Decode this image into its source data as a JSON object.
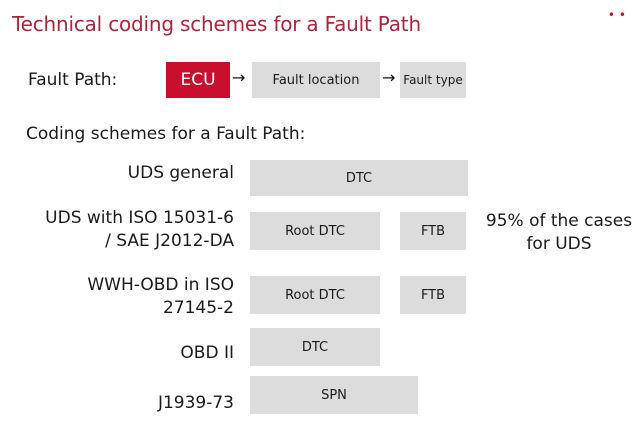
{
  "title": "Technical coding schemes for a Fault Path",
  "fault_path": {
    "label": "Fault Path:",
    "ecu": "ECU",
    "arrow1": "→",
    "location": "Fault location",
    "arrow2": "→",
    "type": "Fault type"
  },
  "colors": {
    "accent": "#c8102e",
    "title": "#b5213c",
    "box": "#dcdcdc"
  },
  "schemes_title": "Coding schemes for a Fault Path:",
  "schemes": [
    {
      "label": "UDS general",
      "cells": [
        "DTC"
      ]
    },
    {
      "label_lines": [
        "UDS with ISO 15031-6",
        "/ SAE J2012-DA"
      ],
      "cells": [
        "Root DTC",
        "FTB"
      ]
    },
    {
      "label_lines": [
        "WWH-OBD in ISO",
        "27145-2"
      ],
      "cells": [
        "Root DTC",
        "FTB"
      ]
    },
    {
      "label": "OBD II",
      "cells": [
        "DTC"
      ]
    },
    {
      "label": "J1939-73",
      "cells": [
        "SPN"
      ]
    }
  ],
  "note_lines": [
    "95% of the cases",
    "for UDS"
  ]
}
